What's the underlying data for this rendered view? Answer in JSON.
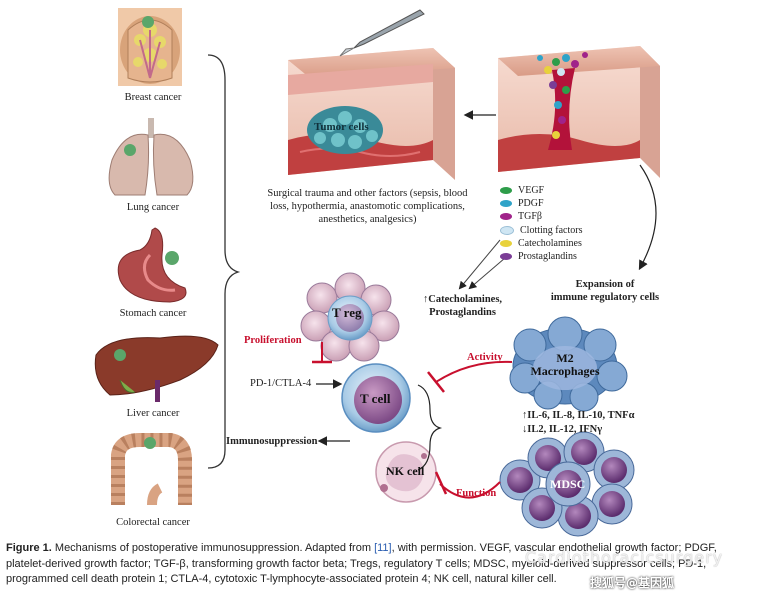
{
  "organs": [
    {
      "label": "Breast cancer"
    },
    {
      "label": "Lung cancer"
    },
    {
      "label": "Stomach cancer"
    },
    {
      "label": "Liver cancer"
    },
    {
      "label": "Colorectal cancer"
    }
  ],
  "tumor_label": "Tumor cells",
  "trauma_text": [
    "Surgical trauma and other factors (sepsis, blood",
    "loss, hypothermia, anastomotic complications,",
    "anesthetics, analgesics)"
  ],
  "legend": [
    {
      "label": "VEGF",
      "color": "#2e9d4a"
    },
    {
      "label": "PDGF",
      "color": "#2fa3c8"
    },
    {
      "label": "TGFβ",
      "color": "#a0238a"
    },
    {
      "label": "Clotting factors",
      "color": "#cfe6f3"
    },
    {
      "label": "Catecholamines",
      "color": "#e8d23c"
    },
    {
      "label": "Prostaglandins",
      "color": "#7b3d96"
    }
  ],
  "catecholamines_text": [
    "↑Catecholamines,",
    "Prostaglandins"
  ],
  "expansion_text": [
    "Expansion of",
    "immune regulatory cells"
  ],
  "cells": {
    "treg": "T reg",
    "tcell": "T cell",
    "nkcell": "NK cell",
    "m2": [
      "M2",
      "Macrophages"
    ],
    "mdsc": "MDSC"
  },
  "labels": {
    "proliferation": "Proliferation",
    "pd1": "PD-1/CTLA-4",
    "immunosuppression": "Immunosuppression",
    "activity": "Activity",
    "function": "Function",
    "cytokines_up": "↑IL-6, IL-8, IL-10, TNFα",
    "cytokines_down": "↓IL2, IL-12, IFNγ"
  },
  "caption": {
    "figure_number": "Figure 1.",
    "text_before_ref": " Mechanisms of postoperative immunosuppression. Adapted from ",
    "ref": "[11]",
    "text_after_ref": ", with permission. VEGF, vascular endothelial growth factor; PDGF, platelet-derived growth factor; TGF-β, transforming growth factor beta; Tregs, regulatory T cells; MDSC, myeloid-derived suppressor cells; PD-1, programmed cell death protein 1; CTLA-4, cytotoxic T-lymphocyte-associated protein 4; NK cell, natural killer cell."
  },
  "watermark": "搜狐号@基因狐",
  "watermark2": "Cardiothoracicsurgery",
  "colors": {
    "red": "#c8102e",
    "skin": "#e9b8a6",
    "tissue": "#f2d2c6"
  }
}
